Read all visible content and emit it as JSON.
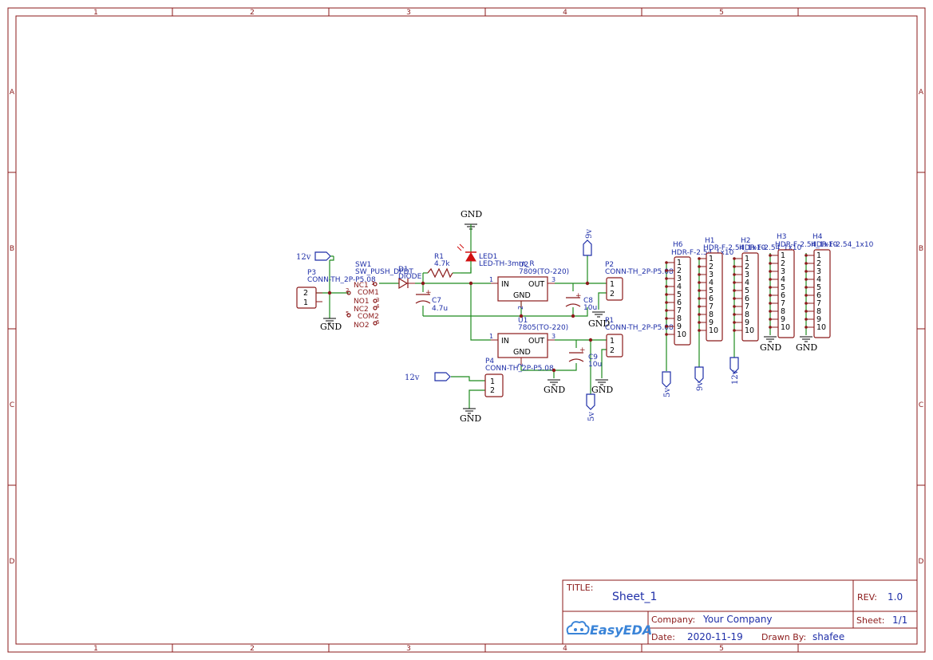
{
  "frame": {
    "columns": [
      "1",
      "2",
      "3",
      "4",
      "5"
    ],
    "rows": [
      "A",
      "B",
      "C",
      "D"
    ]
  },
  "title_block": {
    "title_label": "TITLE:",
    "title_value": "Sheet_1",
    "rev_label": "REV:",
    "rev_value": "1.0",
    "company_label": "Company:",
    "company_value": "Your Company",
    "sheet_label": "Sheet:",
    "sheet_value": "1/1",
    "date_label": "Date:",
    "date_value": "2020-11-19",
    "drawn_label": "Drawn By:",
    "drawn_value": "shafee",
    "logo_text": "EasyEDA",
    "logo_icon": "easyeda-cloud-icon"
  },
  "nets": {
    "v12": "12v",
    "v9": "9v",
    "v5": "5v",
    "gnd": "GND"
  },
  "components": {
    "P3": {
      "ref": "P3",
      "value": "CONN-TH_2P-P5.08",
      "pin1": "1",
      "pin2": "2"
    },
    "SW1": {
      "ref": "SW1",
      "value": "SW_PUSH_DPDT",
      "pins": [
        "NC1",
        "COM1",
        "NO1",
        "NC2",
        "COM2",
        "NO2"
      ],
      "pin_nums": [
        "1",
        "2",
        "3",
        "4",
        "5",
        "6"
      ]
    },
    "D1": {
      "ref": "D1",
      "value": "DIODE"
    },
    "R1": {
      "ref": "R1",
      "value": "4.7k"
    },
    "LED1": {
      "ref": "LED1",
      "value": "LED-TH-3mm_R"
    },
    "C7": {
      "ref": "C7",
      "value": "4.7u",
      "plus": "+"
    },
    "U2": {
      "ref": "U2",
      "value": "7809(TO-220)",
      "in": "IN",
      "out": "OUT",
      "gnd": "GND",
      "p1": "1",
      "p2": "2",
      "p3": "3"
    },
    "U1": {
      "ref": "U1",
      "value": "7805(TO-220)",
      "in": "IN",
      "out": "OUT",
      "gnd": "GND",
      "p1": "1",
      "p2": "2",
      "p3": "3"
    },
    "C8": {
      "ref": "C8",
      "value": "10u",
      "plus": "+"
    },
    "C9": {
      "ref": "C9",
      "value": "10u",
      "plus": "+"
    },
    "P2": {
      "ref": "P2",
      "value": "CONN-TH_2P-P5.08",
      "pin1": "1",
      "pin2": "2"
    },
    "P1": {
      "ref": "P1",
      "value": "CONN-TH_2P-P5.08",
      "pin1": "1",
      "pin2": "2"
    },
    "P4": {
      "ref": "P4",
      "value": "CONN-TH_2P-P5.08",
      "pin1": "1",
      "pin2": "2"
    },
    "H6": {
      "ref": "H6",
      "value": "HDR-F-2.54_1x10"
    },
    "H1": {
      "ref": "H1",
      "value": "HDR-F-2.54_1x10"
    },
    "H2": {
      "ref": "H2",
      "value": "HDR-F-2.54_1x10"
    },
    "H3": {
      "ref": "H3",
      "value": "HDR-F-2.54_1x10"
    },
    "H4": {
      "ref": "H4",
      "value": "HDR-F-2.54_1x10"
    }
  },
  "header_pins": [
    "1",
    "2",
    "3",
    "4",
    "5",
    "6",
    "7",
    "8",
    "9",
    "10"
  ],
  "colors": {
    "frame": "#8b1a1a",
    "wire": "#1f8b1f",
    "text_blue": "#1f2fa8",
    "led": "#d01010"
  }
}
